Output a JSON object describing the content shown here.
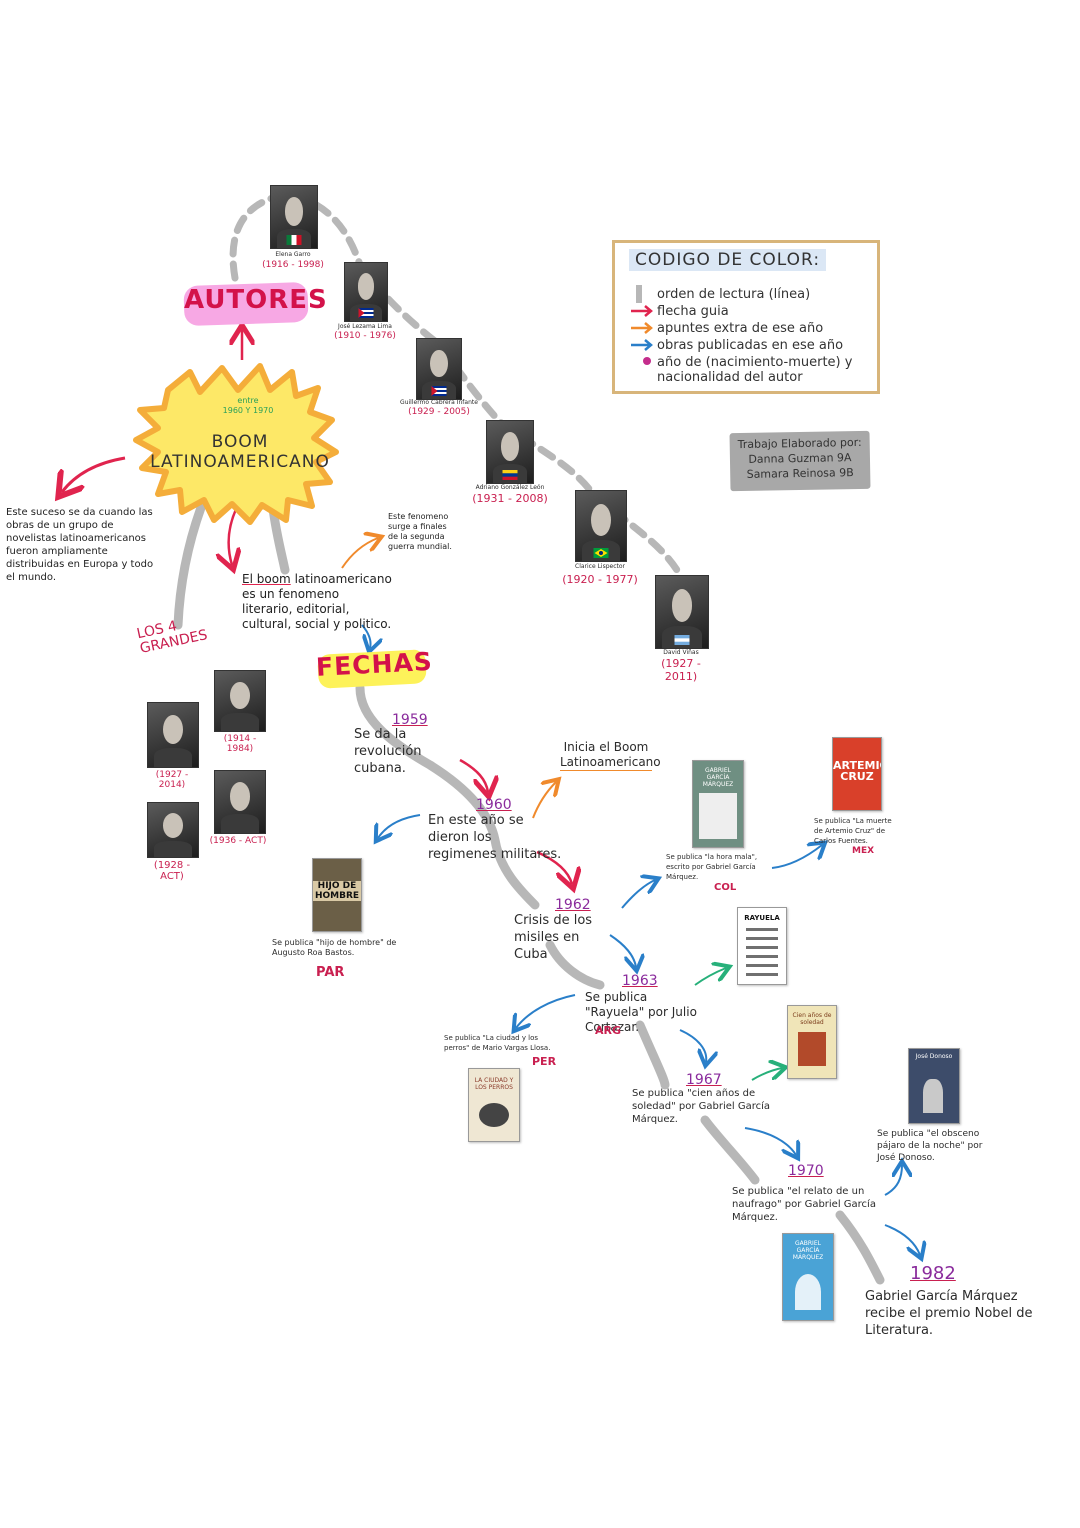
{
  "boom": {
    "line1": "BOOM",
    "line2": "LATINOAMERICANO",
    "entre": "entre",
    "period": "1960 Y 1970"
  },
  "autores_label": "AUTORES",
  "fechas_label": "FECHAS",
  "grandes_label": "LOS 4 GRANDES",
  "legend": {
    "title": "CODIGO DE COLOR:",
    "items": [
      "orden de lectura (línea)",
      "flecha guia",
      "apuntes extra de ese año",
      "obras publicadas en ese año",
      "año de (nacimiento-muerte) y nacionalidad del autor"
    ],
    "colors": {
      "line": "#b7b7b7",
      "arrow": "#e0244e",
      "notes": "#f08a2c",
      "works": "#2a7fc9",
      "dot": "#c42d8c"
    }
  },
  "credits": {
    "line1": "Trabajo Elaborado por:",
    "line2": "Danna Guzman 9A",
    "line3": "Samara Reinosa 9B"
  },
  "left_note": "Este suceso se da cuando las obras de un grupo de novelistas latinoamericanos fueron ampliamente distribuidas en Europa y todo el mundo.",
  "definition": {
    "underlined": "El boom",
    "rest": "latinoamericano es un fenomeno literario, editorial, cultural, social y politico."
  },
  "war_note": "Este fenomeno surge a finales de la segunda guerra mundial.",
  "authors": [
    {
      "name": "Elena Garro",
      "years": "(1916 - 1998)",
      "icon": "flag-mexico-icon"
    },
    {
      "name": "José Lezama Lima",
      "years": "(1910 - 1976)",
      "icon": "flag-cuba-icon"
    },
    {
      "name": "Guillermo Cabrera Infante",
      "years": "(1929 - 2005)",
      "icon": "flag-cuba-icon"
    },
    {
      "name": "Adriano González León",
      "years": "(1931 - 2008)",
      "icon": "flag-venezuela-icon"
    },
    {
      "name": "Clarice Lispector",
      "years": "(1920 - 1977)",
      "icon": "flag-brazil-icon"
    },
    {
      "name": "David Viñas",
      "years": "(1927 - 2011)",
      "icon": "flag-argentina-icon"
    }
  ],
  "grandes": [
    {
      "years": "(1914 - 1984)"
    },
    {
      "years": "(1927 - 2014)"
    },
    {
      "years": "(1936 - ACT)"
    },
    {
      "years": "(1928 - ACT)"
    }
  ],
  "timeline": [
    {
      "year": "1959",
      "text": "Se da la revolución cubana."
    },
    {
      "year": "1960",
      "text": "En este año se dieron los regimenes militares.",
      "note": "Inicia el Boom Latinoamericano"
    },
    {
      "year": "1962",
      "text": "Crisis de los misiles en Cuba"
    },
    {
      "year": "1963",
      "text": "Se publica \"Rayuela\" por Julio Cortazar.",
      "country": "ARG"
    },
    {
      "year": "1967",
      "text": "Se publica \"cien años de soledad\" por Gabriel García Márquez."
    },
    {
      "year": "1970",
      "text": "Se publica \"el relato de un naufrago\" por Gabriel García Márquez."
    },
    {
      "year": "1982",
      "text": "Gabriel García Márquez recibe el premio Nobel de Literatura."
    }
  ],
  "works": [
    {
      "text": "Se publica \"hijo de hombre\" de Augusto Roa Bastos.",
      "country": "PAR",
      "cover": "HIJO DE HOMBRE"
    },
    {
      "text": "Se publica \"la hora mala\", escrito por Gabriel García Márquez.",
      "country": "COL",
      "cover": "GABRIEL GARCÍA MÁRQUEZ"
    },
    {
      "text": "Se publica \"La muerte de Artemio Cruz\" de Carlos Fuentes.",
      "country": "MEX",
      "cover": "ARTEMIO CRUZ"
    },
    {
      "text": "Se publica \"La ciudad y los perros\" de Mario Vargas Llosa.",
      "country": "PER",
      "cover": "LA CIUDAD Y LOS PERROS"
    },
    {
      "cover": "RAYUELA"
    },
    {
      "cover": "Cien años de soledad"
    },
    {
      "text": "Se publica \"el obsceno pájaro de la noche\" por José Donoso.",
      "cover": "José Donoso"
    },
    {
      "cover": "GABRIEL GARCÍA MÁRQUEZ"
    }
  ]
}
